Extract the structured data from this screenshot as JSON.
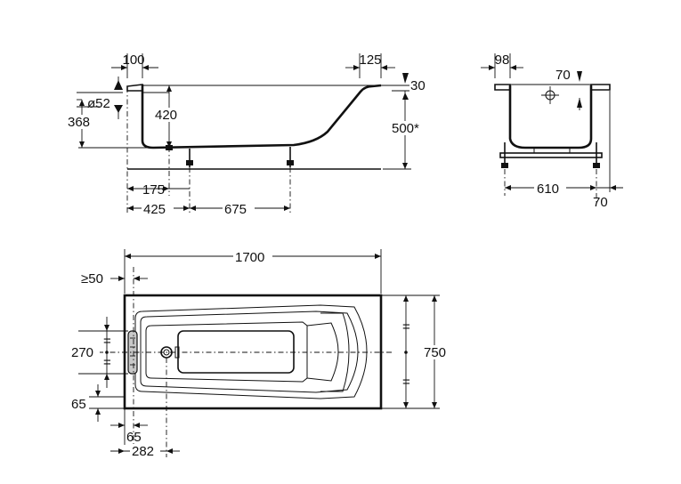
{
  "side_view": {
    "dims": {
      "rim_width_left": "100",
      "rim_width_right": "125",
      "rim_thickness": "30",
      "waste_diameter": "ø52",
      "waste_height": "368",
      "inner_depth": "420",
      "overall_height": "500*",
      "waste_offset": "175",
      "leg_offset": "425",
      "leg_spacing": "675"
    }
  },
  "end_view": {
    "dims": {
      "rim_width": "98",
      "overflow_offset": "70",
      "leg_spacing": "610",
      "leg_overhang": "70"
    }
  },
  "plan_view": {
    "dims": {
      "length": "1700",
      "min_clearance": "≥50",
      "grip_length": "270",
      "width": "750",
      "edge_offset_vertical": "65",
      "edge_offset_horizontal": "65",
      "waste_position": "282"
    }
  },
  "colors": {
    "line": "#111111",
    "background": "#ffffff"
  }
}
